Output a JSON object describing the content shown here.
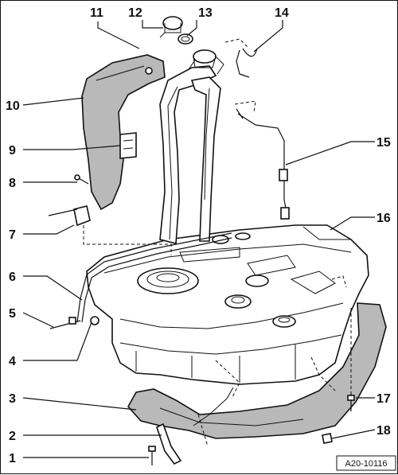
{
  "figure_id": "A20-10116",
  "callouts": [
    {
      "label": "1"
    },
    {
      "label": "2"
    },
    {
      "label": "3"
    },
    {
      "label": "4"
    },
    {
      "label": "5"
    },
    {
      "label": "6"
    },
    {
      "label": "7"
    },
    {
      "label": "8"
    },
    {
      "label": "9"
    },
    {
      "label": "10"
    },
    {
      "label": "11"
    },
    {
      "label": "12"
    },
    {
      "label": "13"
    },
    {
      "label": "14"
    },
    {
      "label": "15"
    },
    {
      "label": "16"
    },
    {
      "label": "17"
    },
    {
      "label": "18"
    }
  ]
}
